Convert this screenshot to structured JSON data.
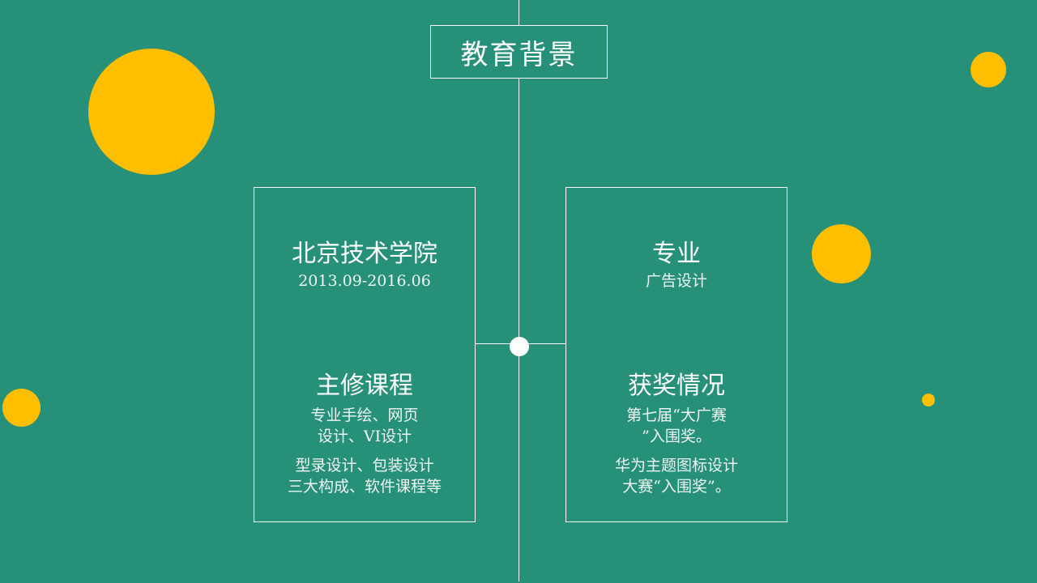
{
  "header": {
    "title": "教育背景"
  },
  "left_card": {
    "school": "北京技术学院",
    "dates": "2013.09-2016.06",
    "courses_title": "主修课程",
    "courses_lines": [
      "专业手绘、网页",
      "设计、VI设计",
      "型录设计、包装设计",
      "三大构成、软件课程等"
    ]
  },
  "right_card": {
    "major_title": "专业",
    "major": "广告设计",
    "awards_title": "获奖情况",
    "awards_lines": [
      "第七届“大广赛",
      "”入围奖。",
      "华为主题图标设计",
      "大赛“入围奖”。"
    ]
  },
  "colors": {
    "background": "#279078",
    "accent": "#FFBF00",
    "line": "#FFFFFF"
  }
}
